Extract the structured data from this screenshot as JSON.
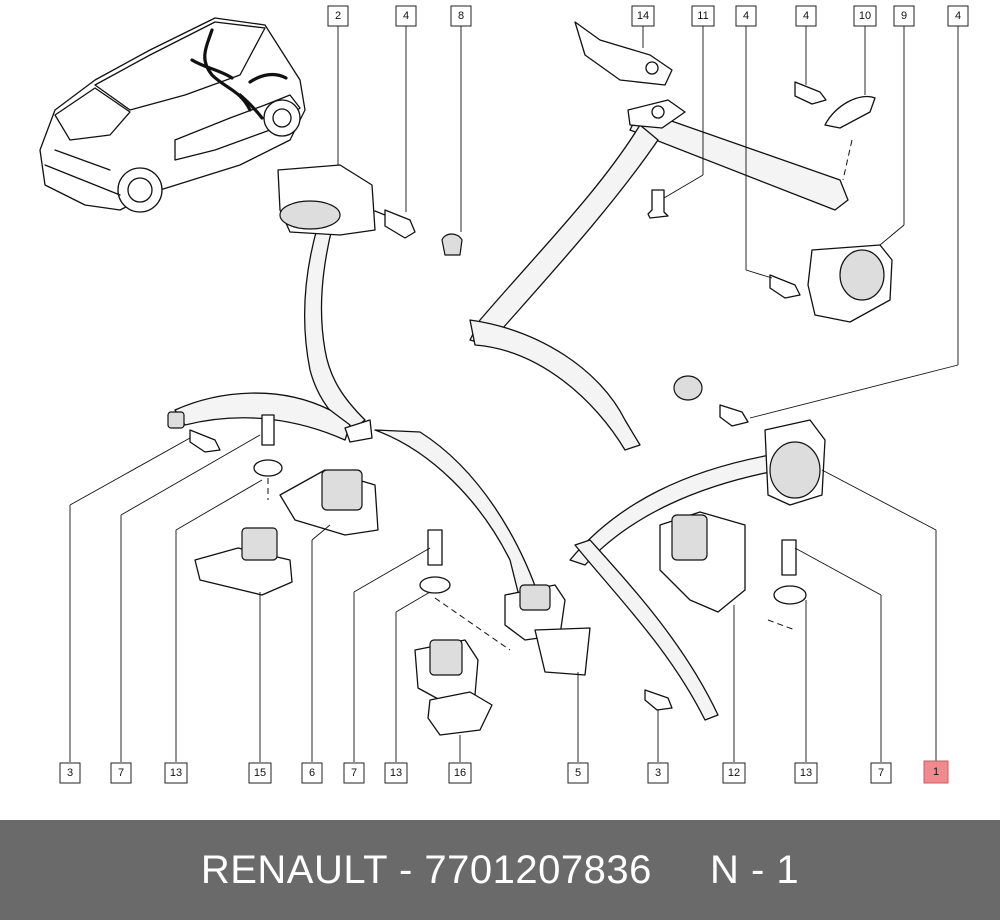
{
  "diagram": {
    "callouts": [
      {
        "id": "c-top-2",
        "label": "2"
      },
      {
        "id": "c-top-4a",
        "label": "4"
      },
      {
        "id": "c-top-8",
        "label": "8"
      },
      {
        "id": "c-top-14",
        "label": "14"
      },
      {
        "id": "c-top-11",
        "label": "11"
      },
      {
        "id": "c-top-4b",
        "label": "4"
      },
      {
        "id": "c-top-4c",
        "label": "4"
      },
      {
        "id": "c-top-10",
        "label": "10"
      },
      {
        "id": "c-top-9",
        "label": "9"
      },
      {
        "id": "c-top-4d",
        "label": "4"
      },
      {
        "id": "c-bot-3a",
        "label": "3"
      },
      {
        "id": "c-bot-7a",
        "label": "7"
      },
      {
        "id": "c-bot-13a",
        "label": "13"
      },
      {
        "id": "c-bot-15",
        "label": "15"
      },
      {
        "id": "c-bot-6",
        "label": "6"
      },
      {
        "id": "c-bot-7b",
        "label": "7"
      },
      {
        "id": "c-bot-13b",
        "label": "13"
      },
      {
        "id": "c-bot-16",
        "label": "16"
      },
      {
        "id": "c-bot-5",
        "label": "5"
      },
      {
        "id": "c-bot-3b",
        "label": "3"
      },
      {
        "id": "c-bot-12",
        "label": "12"
      },
      {
        "id": "c-bot-13c",
        "label": "13"
      },
      {
        "id": "c-bot-7c",
        "label": "7"
      },
      {
        "id": "c-bot-1",
        "label": "1"
      }
    ],
    "highlight_color": "#ef8a8f"
  },
  "footer": {
    "brand": "RENAULT",
    "separator": "-",
    "part_number": "7701207836",
    "position": "N - 1"
  }
}
